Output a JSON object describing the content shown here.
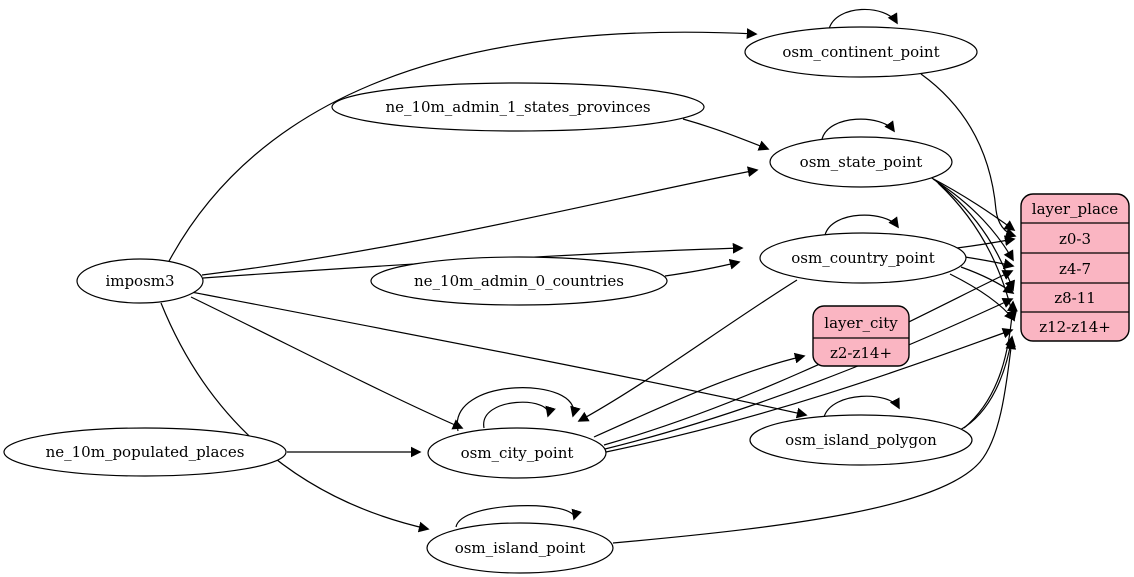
{
  "diagram": {
    "type": "graphviz-etl-flow",
    "background": "#ffffff",
    "colors": {
      "table_node_fill": "#ffffff",
      "layer_node_fill": "#fab5c2",
      "edge_stroke": "#000000"
    },
    "nodes": {
      "imposm3": {
        "label": "imposm3",
        "shape": "ellipse"
      },
      "ne_10m_admin_1_states_provinces": {
        "label": "ne_10m_admin_1_states_provinces",
        "shape": "ellipse"
      },
      "ne_10m_admin_0_countries": {
        "label": "ne_10m_admin_0_countries",
        "shape": "ellipse"
      },
      "ne_10m_populated_places": {
        "label": "ne_10m_populated_places",
        "shape": "ellipse"
      },
      "osm_continent_point": {
        "label": "osm_continent_point",
        "shape": "ellipse"
      },
      "osm_state_point": {
        "label": "osm_state_point",
        "shape": "ellipse"
      },
      "osm_country_point": {
        "label": "osm_country_point",
        "shape": "ellipse"
      },
      "osm_city_point": {
        "label": "osm_city_point",
        "shape": "ellipse"
      },
      "osm_island_polygon": {
        "label": "osm_island_polygon",
        "shape": "ellipse"
      },
      "osm_island_point": {
        "label": "osm_island_point",
        "shape": "ellipse"
      },
      "layer_city": {
        "label": "layer_city",
        "shape": "record",
        "rows": [
          "z2-z14+"
        ]
      },
      "layer_place": {
        "label": "layer_place",
        "shape": "record",
        "rows": [
          "z0-3",
          "z4-7",
          "z8-11",
          "z12-z14+"
        ]
      }
    },
    "edges": [
      {
        "from": "imposm3",
        "to": "osm_continent_point"
      },
      {
        "from": "imposm3",
        "to": "osm_state_point"
      },
      {
        "from": "imposm3",
        "to": "osm_country_point"
      },
      {
        "from": "imposm3",
        "to": "osm_city_point"
      },
      {
        "from": "imposm3",
        "to": "osm_island_polygon"
      },
      {
        "from": "imposm3",
        "to": "osm_island_point"
      },
      {
        "from": "ne_10m_admin_1_states_provinces",
        "to": "osm_state_point"
      },
      {
        "from": "ne_10m_admin_0_countries",
        "to": "osm_country_point"
      },
      {
        "from": "ne_10m_populated_places",
        "to": "osm_city_point"
      },
      {
        "from": "osm_continent_point",
        "to": "osm_continent_point"
      },
      {
        "from": "osm_state_point",
        "to": "osm_state_point"
      },
      {
        "from": "osm_country_point",
        "to": "osm_country_point"
      },
      {
        "from": "osm_city_point",
        "to": "osm_city_point"
      },
      {
        "from": "osm_city_point",
        "to": "osm_city_point"
      },
      {
        "from": "osm_island_polygon",
        "to": "osm_island_polygon"
      },
      {
        "from": "osm_island_point",
        "to": "osm_island_point"
      },
      {
        "from": "osm_country_point",
        "to": "osm_city_point"
      },
      {
        "from": "osm_city_point",
        "to": "layer_city",
        "to_port": "z2-z14+"
      },
      {
        "from": "osm_continent_point",
        "to": "layer_place",
        "to_port": "z0-3"
      },
      {
        "from": "osm_state_point",
        "to": "layer_place",
        "to_port": "z0-3"
      },
      {
        "from": "osm_state_point",
        "to": "layer_place",
        "to_port": "z4-7"
      },
      {
        "from": "osm_state_point",
        "to": "layer_place",
        "to_port": "z8-11"
      },
      {
        "from": "osm_state_point",
        "to": "layer_place",
        "to_port": "z12-z14+"
      },
      {
        "from": "osm_country_point",
        "to": "layer_place",
        "to_port": "z0-3"
      },
      {
        "from": "osm_country_point",
        "to": "layer_place",
        "to_port": "z4-7"
      },
      {
        "from": "osm_country_point",
        "to": "layer_place",
        "to_port": "z8-11"
      },
      {
        "from": "osm_country_point",
        "to": "layer_place",
        "to_port": "z12-z14+"
      },
      {
        "from": "osm_city_point",
        "to": "layer_place",
        "to_port": "z4-7"
      },
      {
        "from": "osm_city_point",
        "to": "layer_place",
        "to_port": "z8-11"
      },
      {
        "from": "osm_city_point",
        "to": "layer_place",
        "to_port": "z12-z14+"
      },
      {
        "from": "osm_island_polygon",
        "to": "layer_place",
        "to_port": "z8-11"
      },
      {
        "from": "osm_island_polygon",
        "to": "layer_place",
        "to_port": "z12-z14+"
      },
      {
        "from": "osm_island_point",
        "to": "layer_place",
        "to_port": "z12-z14+"
      }
    ]
  }
}
